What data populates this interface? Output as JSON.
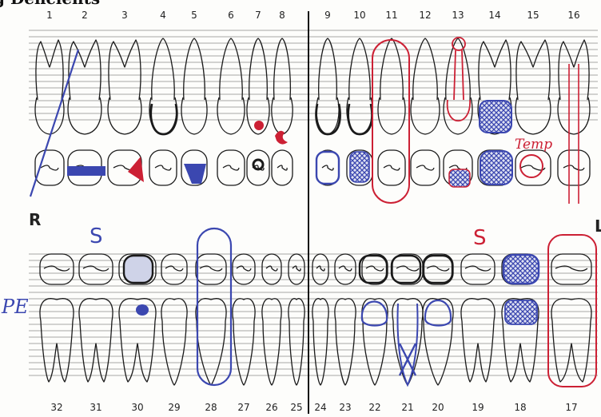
{
  "header": {
    "title": "g Deficients"
  },
  "upper_numbers": [
    "1",
    "2",
    "3",
    "4",
    "5",
    "6",
    "7",
    "8",
    "9",
    "10",
    "11",
    "12",
    "13",
    "14",
    "15",
    "16"
  ],
  "lower_numbers": [
    "32",
    "31",
    "30",
    "29",
    "28",
    "27",
    "26",
    "25",
    "24",
    "23",
    "22",
    "21",
    "20",
    "19",
    "18",
    "17"
  ],
  "side_labels": {
    "right": "R",
    "left": "L"
  },
  "annotations": {
    "temp": "Temp",
    "s_lower_right": "S",
    "s_lower_left": "S",
    "pe": "PE"
  },
  "colors": {
    "ink": "#1a1a1a",
    "rule": "#8a8a8a",
    "blue": "#3b47b0",
    "red": "#cc2034",
    "crosshatch": "#3b47b0"
  }
}
